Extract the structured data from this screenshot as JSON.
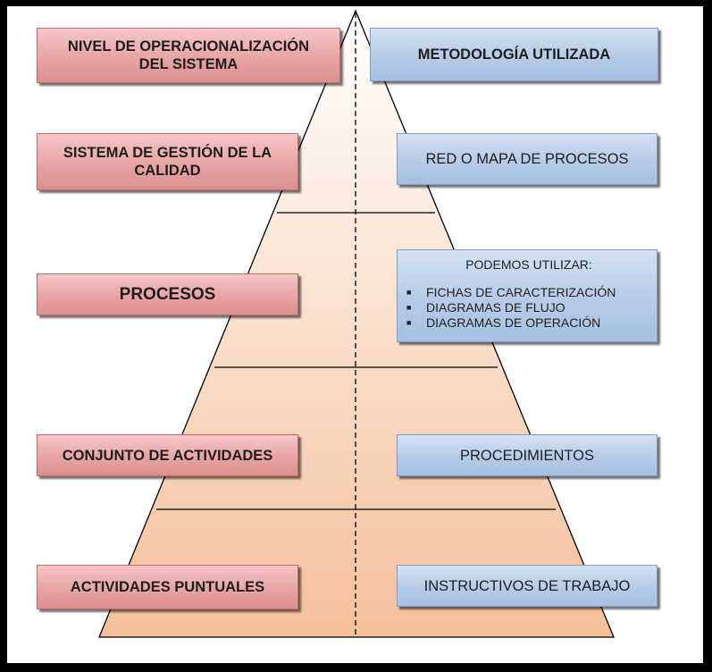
{
  "left_boxes": [
    {
      "line1": "NIVEL DE OPERACIONALIZACIÓN",
      "line2": "DEL SISTEMA"
    },
    {
      "line1": "SISTEMA DE GESTIÓN DE LA",
      "line2": "CALIDAD"
    },
    {
      "line1": "PROCESOS",
      "line2": ""
    },
    {
      "line1": "CONJUNTO DE ACTIVIDADES",
      "line2": ""
    },
    {
      "line1": "ACTIVIDADES PUNTUALES",
      "line2": ""
    }
  ],
  "right_boxes": [
    {
      "label": "METODOLOGÍA UTILIZADA"
    },
    {
      "label": "RED O MAPA DE PROCESOS"
    },
    {
      "title": "PODEMOS UTILIZAR:",
      "items": [
        "FICHAS DE CARACTERIZACIÓN",
        "DIAGRAMAS DE FLUJO",
        "DIAGRAMAS DE OPERACIÓN"
      ]
    },
    {
      "label": "PROCEDIMIENTOS"
    },
    {
      "label": "INSTRUCTIVOS DE TRABAJO"
    }
  ],
  "colors": {
    "left_box": "#e7a4a4",
    "right_box": "#b6cbe7",
    "pyramid_top": "#ffffff",
    "pyramid_bottom": "#f5c09b"
  }
}
